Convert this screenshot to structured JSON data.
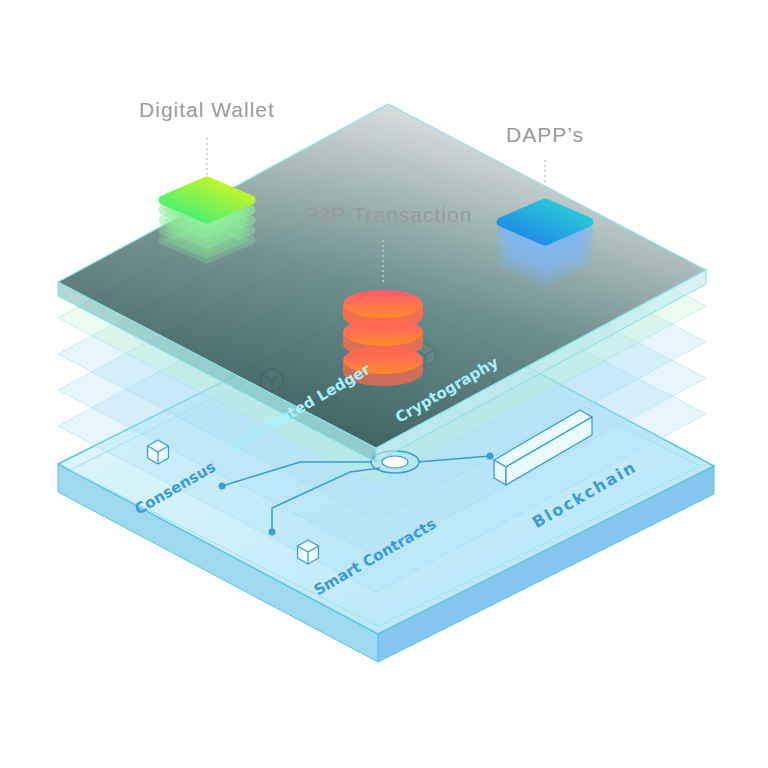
{
  "diagram": {
    "labels": [
      "Digital Wallet",
      "DAPP’s",
      "P2P Transaction",
      "Distributed Ledger",
      "Cryptography",
      "Consensus",
      "Smart Contracts",
      "Blockchain"
    ]
  }
}
